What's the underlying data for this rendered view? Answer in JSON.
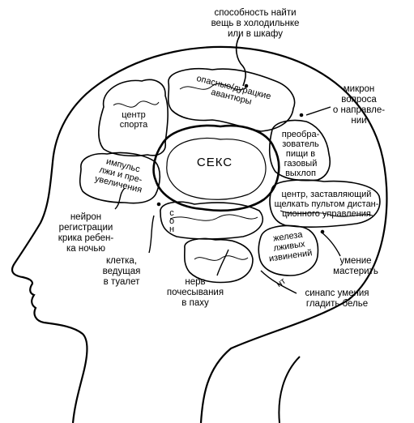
{
  "diagram": {
    "center_label": "СЕКС",
    "lobes": [
      {
        "id": "sport",
        "lines": [
          "центр",
          "спорта"
        ]
      },
      {
        "id": "adventures",
        "lines": [
          "опасные/дурацкие",
          "авантюры"
        ]
      },
      {
        "id": "lies",
        "lines": [
          "импульс",
          "лжи и пре-",
          "увеличения"
        ]
      },
      {
        "id": "food",
        "lines": [
          "преобра-",
          "зователь",
          "пищи в",
          "газовый",
          "выхлоп"
        ]
      },
      {
        "id": "remote",
        "lines": [
          "центр, заставляющий",
          "щелкать пультом дистан-",
          "ционного управления"
        ]
      },
      {
        "id": "excuses",
        "lines": [
          "железа",
          "лживых",
          "извинений"
        ]
      },
      {
        "id": "sleep",
        "lines": [
          "с",
          "о",
          "н"
        ]
      }
    ],
    "callouts": [
      {
        "id": "find-things",
        "lines": [
          "способность найти",
          "вещь в холодильнке",
          "или в шкафу"
        ]
      },
      {
        "id": "micron",
        "lines": [
          "микрон",
          "вопроса",
          "о направле-",
          "нии"
        ]
      },
      {
        "id": "neuron",
        "lines": [
          "нейрон",
          "регистрации",
          "крика ребен-",
          "ка ночью"
        ]
      },
      {
        "id": "toilet",
        "lines": [
          "клетка,",
          "ведущая",
          "в туалет"
        ]
      },
      {
        "id": "scratch",
        "lines": [
          "нерв",
          "почесывания",
          "в паху"
        ]
      },
      {
        "id": "skill",
        "lines": [
          "умение",
          "мастерить"
        ]
      },
      {
        "id": "ironing",
        "lines": [
          "синапс умения",
          "гладить белье"
        ]
      }
    ],
    "tiny_label": "нт"
  }
}
